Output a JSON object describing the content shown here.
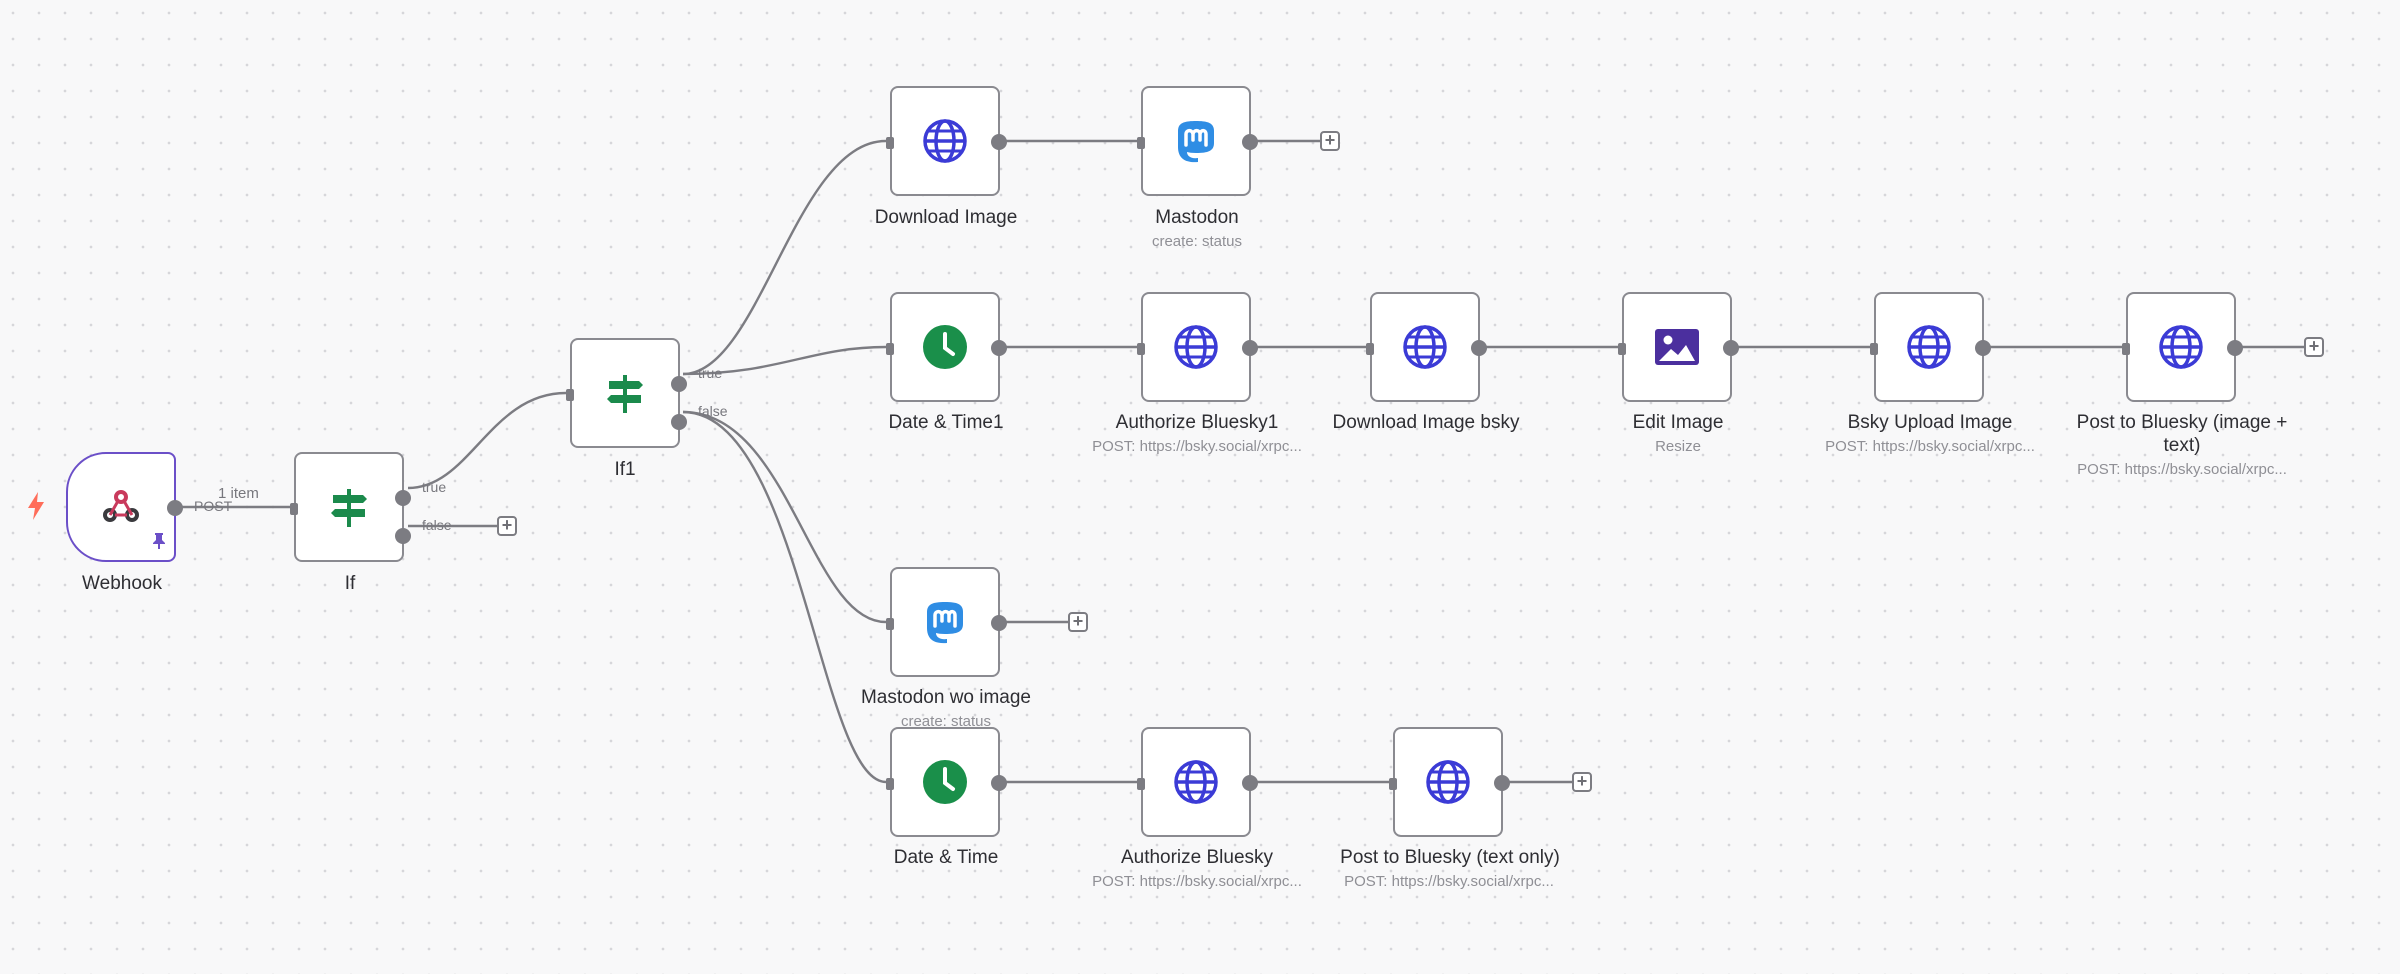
{
  "canvas": {
    "trigger_indicator": "lightning-bolt-icon",
    "connector_color": "#7c7c82",
    "trigger_color": "#6b4fc8"
  },
  "nodes": {
    "webhook": {
      "label": "Webhook",
      "icon": "webhook-icon",
      "pinned": true
    },
    "if": {
      "label": "If",
      "icon": "signpost-icon"
    },
    "if1": {
      "label": "If1",
      "icon": "signpost-icon"
    },
    "download_image": {
      "label": "Download Image",
      "icon": "globe-icon"
    },
    "mastodon": {
      "label": "Mastodon",
      "subtitle": "create: status",
      "icon": "mastodon-icon"
    },
    "date_time1": {
      "label": "Date & Time1",
      "icon": "clock-icon"
    },
    "authorize_bluesky1": {
      "label": "Authorize Bluesky1",
      "subtitle": "POST: https://bsky.social/xrpc...",
      "icon": "globe-icon"
    },
    "download_image_bsky": {
      "label": "Download Image bsky",
      "icon": "globe-icon"
    },
    "edit_image": {
      "label": "Edit Image",
      "subtitle": "Resize",
      "icon": "image-icon"
    },
    "bsky_upload_image": {
      "label": "Bsky Upload Image",
      "subtitle": "POST: https://bsky.social/xrpc...",
      "icon": "globe-icon"
    },
    "post_bluesky_image": {
      "label": "Post to Bluesky (image + text)",
      "subtitle": "POST: https://bsky.social/xrpc...",
      "icon": "globe-icon"
    },
    "mastodon_wo_image": {
      "label": "Mastodon wo image",
      "subtitle": "create: status",
      "icon": "mastodon-icon"
    },
    "date_time": {
      "label": "Date & Time",
      "icon": "clock-icon"
    },
    "authorize_bluesky": {
      "label": "Authorize Bluesky",
      "subtitle": "POST: https://bsky.social/xrpc...",
      "icon": "globe-icon"
    },
    "post_bluesky_text": {
      "label": "Post to Bluesky (text only)",
      "subtitle": "POST: https://bsky.social/xrpc...",
      "icon": "globe-icon"
    }
  },
  "edge_labels": {
    "item_count": "1 item",
    "webhook_output": "POST",
    "if_true": "true",
    "if_false": "false",
    "if1_true": "true",
    "if1_false": "false"
  },
  "add_button_symbol": "+"
}
